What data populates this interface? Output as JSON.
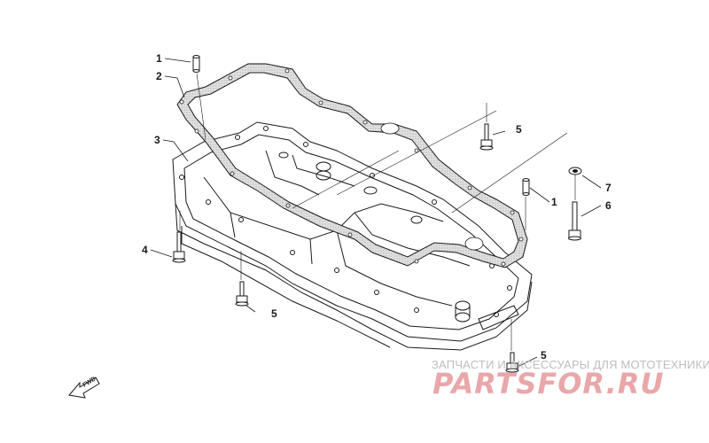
{
  "diagram": {
    "callouts": [
      {
        "id": "c1a",
        "label": "1"
      },
      {
        "id": "c2",
        "label": "2"
      },
      {
        "id": "c3",
        "label": "3"
      },
      {
        "id": "c4",
        "label": "4"
      },
      {
        "id": "c5a",
        "label": "5"
      },
      {
        "id": "c5b",
        "label": "5"
      },
      {
        "id": "c5c",
        "label": "5"
      },
      {
        "id": "c1b",
        "label": "1"
      },
      {
        "id": "c6",
        "label": "6"
      },
      {
        "id": "c7",
        "label": "7"
      }
    ],
    "fwd_label": "FWD"
  },
  "watermark": {
    "subtitle": "ЗАПЧАСТИ И АКСЕССУАРЫ ДЛЯ МОТОТЕХНИКИ",
    "logo": "PARTSFOR.RU",
    "logo_color": "#e9a7aa",
    "subtitle_color": "#bdbdbd"
  },
  "colors": {
    "line": "#1a1a1a",
    "gasket_fill": "#d4d4d4"
  }
}
